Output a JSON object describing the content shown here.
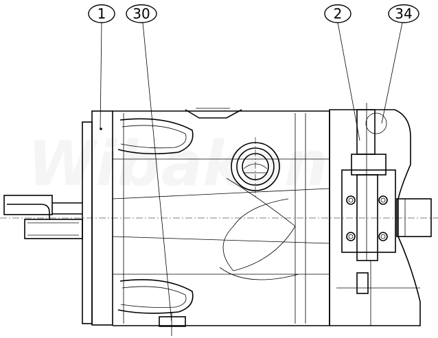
{
  "drawing": {
    "callouts": [
      {
        "id": "callout-1",
        "label": "1"
      },
      {
        "id": "callout-30",
        "label": "30"
      },
      {
        "id": "callout-2",
        "label": "2"
      },
      {
        "id": "callout-34",
        "label": "34"
      }
    ]
  }
}
